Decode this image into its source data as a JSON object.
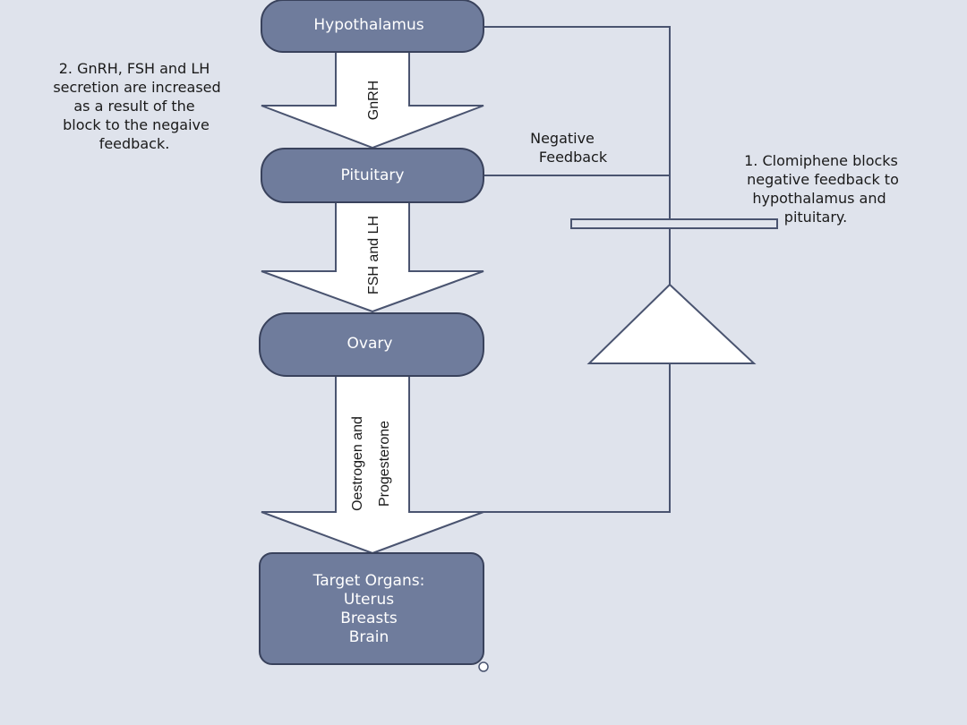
{
  "nodes": {
    "hypothalamus": "Hypothalamus",
    "pituitary": "Pituitary",
    "ovary": "Ovary",
    "target": [
      "Target Organs:",
      "Uterus",
      "Breasts",
      "Brain"
    ]
  },
  "arrows": {
    "gnrh": "GnRH",
    "fsh_lh": "FSH and LH",
    "hormones": [
      "Oestrogen and",
      "Progesterone"
    ]
  },
  "notes": {
    "increase": [
      "2.  GnRH, FSH and LH",
      "secretion are increased",
      "as a result of the",
      "block to the negaive",
      "feedback."
    ],
    "negative_feedback": [
      "Negative",
      "Feedback"
    ],
    "clomiphene": [
      "1. Clomiphene blocks",
      "negative feedback to",
      "hypothalamus and",
      "pituitary."
    ]
  },
  "colors": {
    "background": "#dfe3ec",
    "node_fill": "#6f7c9c",
    "node_stroke": "#39425c",
    "arrow_fill": "#ffffff",
    "line": "#4a5470"
  }
}
